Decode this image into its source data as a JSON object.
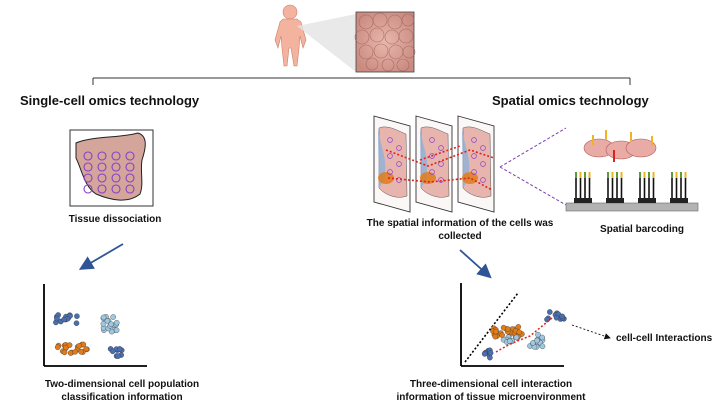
{
  "diagram": {
    "left_section_title": "Single-cell omics technology",
    "right_section_title": "Spatial omics technology",
    "tissue_dissociation_label": "Tissue dissociation",
    "spatial_info_label": "The spatial information of the cells was collected",
    "spatial_barcoding_label": "Spatial barcoding",
    "cell_interactions_label": "cell-cell Interactions",
    "two_dim_label": "Two-dimensional cell population classification information",
    "three_dim_label": "Three-dimensional cell interaction information of tissue microenvironment"
  },
  "colors": {
    "skin": "#f3b39e",
    "tissue": "#dba79d",
    "grid_circle": "#8a3fc7",
    "arrow": "#2f5597",
    "orange_cells": "#e07c1a",
    "blue_cells": "#4a6fb0",
    "light_blue_cells": "#9fc7e0",
    "red_dotted": "#e0201b",
    "barcode_green": "#5c9a3c",
    "barcode_yellow": "#f0b323",
    "slide_gray": "#b3b3b3"
  },
  "icons": [
    "human-body-icon",
    "tissue-magnification-icon",
    "dissociated-tissue-icon",
    "tissue-section-stack-icon",
    "barcode-array-icon"
  ]
}
